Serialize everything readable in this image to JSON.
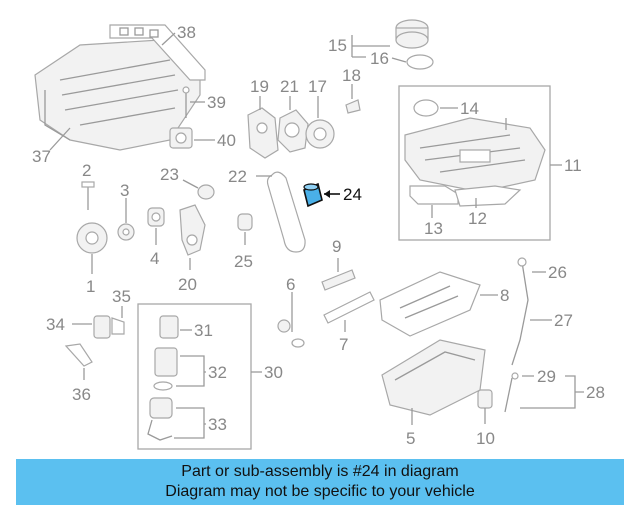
{
  "diagram": {
    "callouts": {
      "c1": "1",
      "c2": "2",
      "c3": "3",
      "c4": "4",
      "c5": "5",
      "c6": "6",
      "c7": "7",
      "c8": "8",
      "c9": "9",
      "c10": "10",
      "c11": "11",
      "c12": "12",
      "c13": "13",
      "c14": "14",
      "c15": "15",
      "c16": "16",
      "c17": "17",
      "c18": "18",
      "c19": "19",
      "c20": "20",
      "c21": "21",
      "c22": "22",
      "c23": "23",
      "c24": "24",
      "c25": "25",
      "c26": "26",
      "c27": "27",
      "c28": "28",
      "c29": "29",
      "c30": "30",
      "c31": "31",
      "c32": "32",
      "c33": "33",
      "c34": "34",
      "c35": "35",
      "c36": "36",
      "c37": "37",
      "c38": "38",
      "c39": "39",
      "c40": "40"
    },
    "highlighted_part": "24"
  },
  "banner": {
    "line1": "Part or sub-assembly is #24 in diagram",
    "line2": "Diagram may not be specific to your vehicle",
    "background": "#5bc0f0"
  }
}
